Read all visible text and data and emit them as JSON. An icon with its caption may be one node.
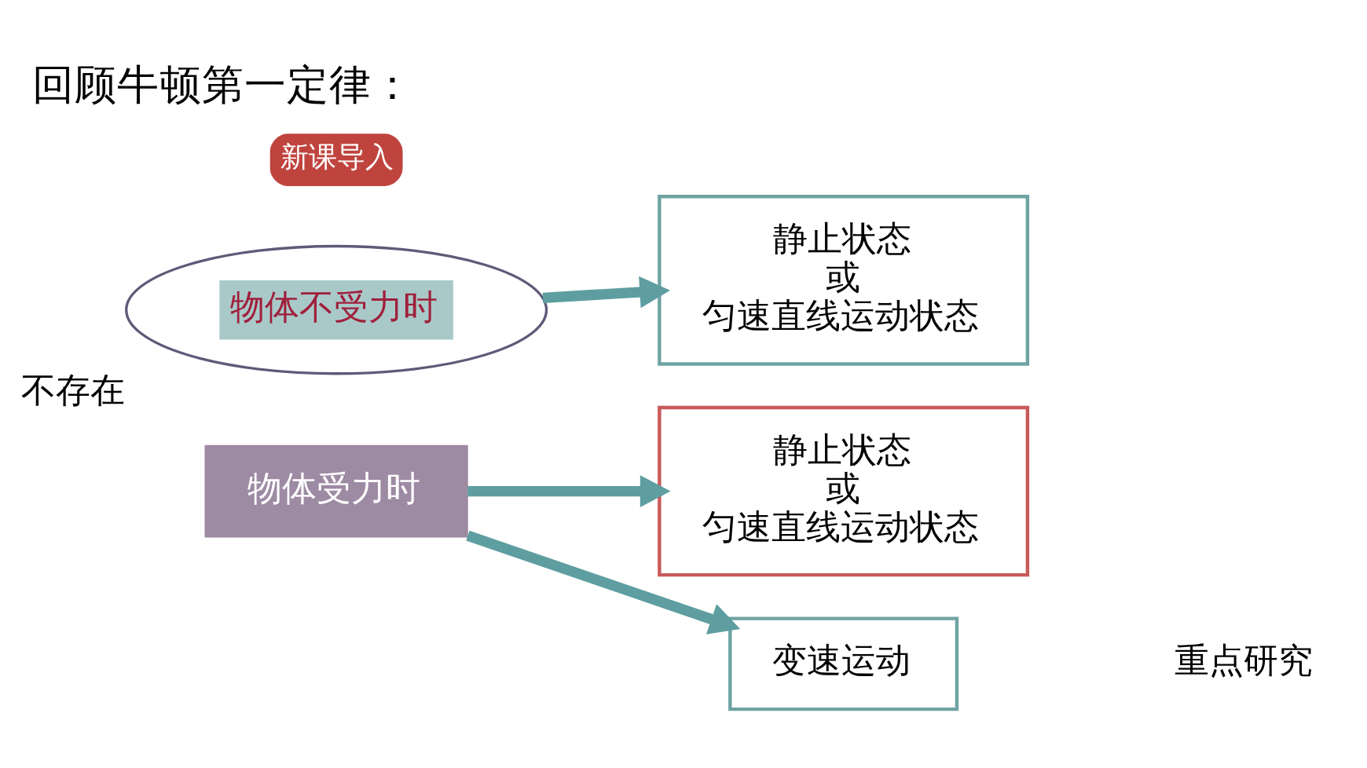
{
  "diagram": {
    "title": "回顾牛顿第一定律：",
    "nodes": [
      {
        "text": [
          "物体不受力时"
        ],
        "beside": [
          "不存在"
        ]
      },
      {
        "text": [
          "静止状态",
          "或",
          "匀速直线运动状态"
        ]
      },
      {
        "text": [
          "物体受力时"
        ]
      },
      {
        "text": [
          "静止状态",
          "或",
          "匀速直线运动状态"
        ]
      },
      {
        "text": [
          "变速运动"
        ]
      }
    ],
    "edges": [
      {
        "from": 0,
        "to": 1,
        "arrow": "to"
      },
      {
        "from": 2,
        "to": 3,
        "arrow": "to"
      },
      {
        "from": 2,
        "to": 4,
        "arrow": "to"
      }
    ],
    "labels": [
      "新课导入",
      "重点研究"
    ]
  }
}
